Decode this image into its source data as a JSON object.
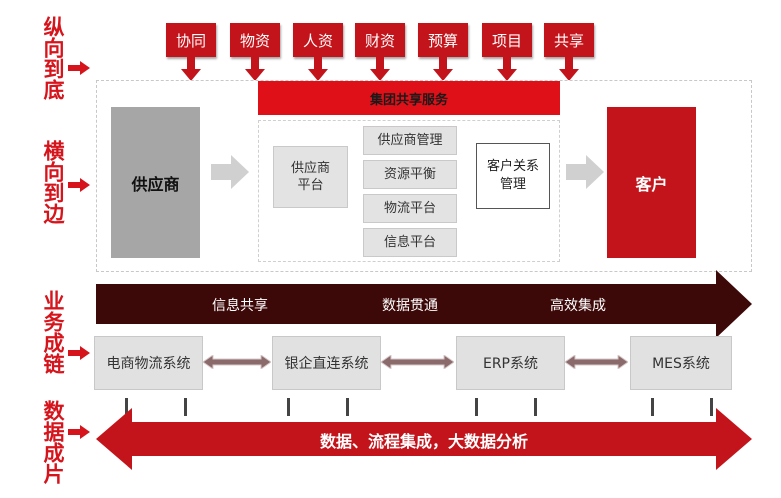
{
  "side_labels": [
    "纵向到底",
    "横向到边",
    "业务成链",
    "数据成片"
  ],
  "top_modules": [
    "协同",
    "物资",
    "人资",
    "财资",
    "预算",
    "项目",
    "共享"
  ],
  "shared_service": "集团共享服务",
  "supplier": "供应商",
  "customer": "客户",
  "supplier_platform": "供应商\n平台",
  "middle_modules": [
    "供应商管理",
    "资源平衡",
    "物流平台",
    "信息平台"
  ],
  "crm": "客户关系\n管理",
  "business_chain": [
    "信息共享",
    "数据贯通",
    "高效集成"
  ],
  "systems": [
    "电商物流系统",
    "银企直连系统",
    "ERP系统",
    "MES系统"
  ],
  "data_band": "数据、流程集成，大数据分析",
  "colors": {
    "red": "#c3141b",
    "label_red": "#d6141c",
    "dark_maroon": "#3d0808",
    "grey": "#a6a6a6"
  }
}
